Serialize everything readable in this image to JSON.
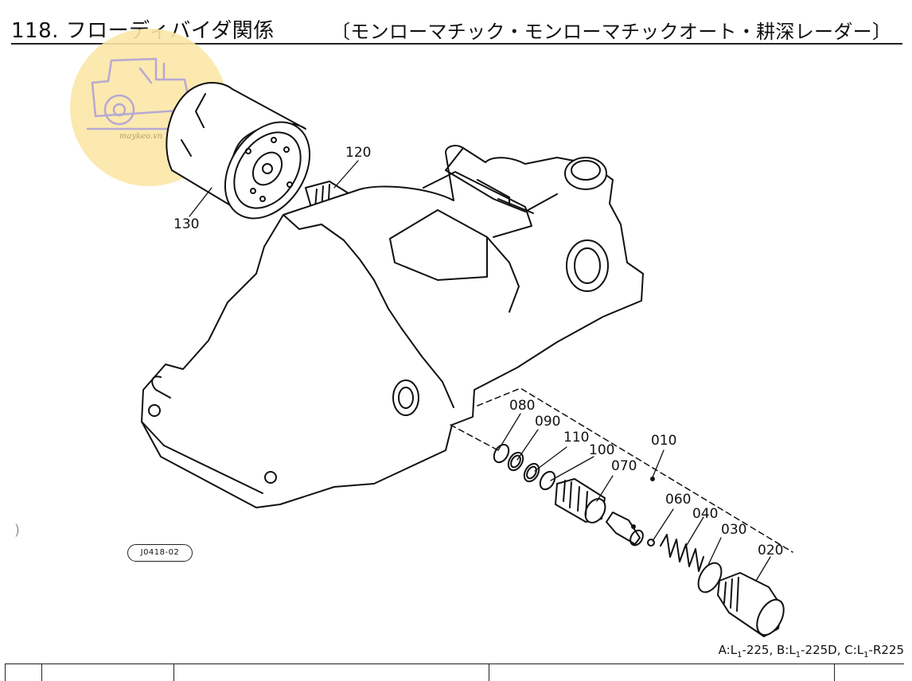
{
  "header": {
    "title": "118. フローディバイダ関係",
    "subtitle": "〔モンローマチック・モンローマチックオート・耕深レーダー〕"
  },
  "watermark": {
    "icon": "tractor-icon",
    "text": "maykeo.vn",
    "color": "#fbe7a6"
  },
  "figure": {
    "code": "J0418-02",
    "callouts": [
      "120",
      "130",
      "080",
      "090",
      "110",
      "100",
      "070",
      "010",
      "060",
      "040",
      "030",
      "020"
    ]
  },
  "footer": {
    "applicability_a": "A:L",
    "applicability_a_sub": "1",
    "applicability_a_tail": "-225,",
    "applicability_b": "B:L",
    "applicability_b_sub": "1",
    "applicability_b_tail": "-225D,",
    "applicability_c": "C:L",
    "applicability_c_sub": "1",
    "applicability_c_tail": "-R225"
  },
  "stray_mark": ")"
}
